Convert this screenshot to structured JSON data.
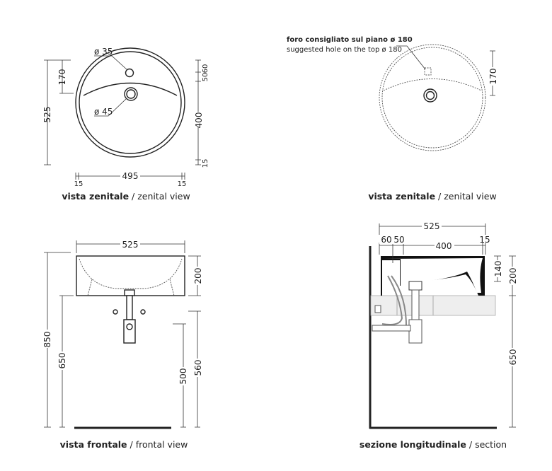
{
  "views": {
    "top_left": {
      "caption_bold": "vista zenitale",
      "caption_sep": " / ",
      "caption_light": "zenital view",
      "dims": {
        "overall_depth": "525",
        "hole_offset": "170",
        "tap_hole": "ø 35",
        "drain": "ø 45",
        "r60": "60",
        "r50": "50",
        "r400": "400",
        "r15": "15",
        "width": "495",
        "left15": "15",
        "right15": "15"
      }
    },
    "top_right": {
      "caption_bold": "vista zenitale",
      "caption_sep": " / ",
      "caption_light": "zenital view",
      "note_it": "foro consigliato sul piano ø 180",
      "note_en": "suggested hole on the top ø 180",
      "dims": {
        "hole_offset": "170"
      }
    },
    "bottom_left": {
      "caption_bold": "vista frontale",
      "caption_sep": " / ",
      "caption_light": "frontal view",
      "dims": {
        "width": "525",
        "height": "200",
        "total": "850",
        "top_height": "650",
        "tap_height": "500",
        "drain_height": "560"
      }
    },
    "bottom_right": {
      "caption_bold": "sezione longitudinale",
      "caption_sep": " / ",
      "caption_light": "section",
      "dims": {
        "depth": "525",
        "d60": "60",
        "d50": "50",
        "d400": "400",
        "d15": "15",
        "inner": "140",
        "height": "200",
        "top_height": "650"
      }
    }
  }
}
